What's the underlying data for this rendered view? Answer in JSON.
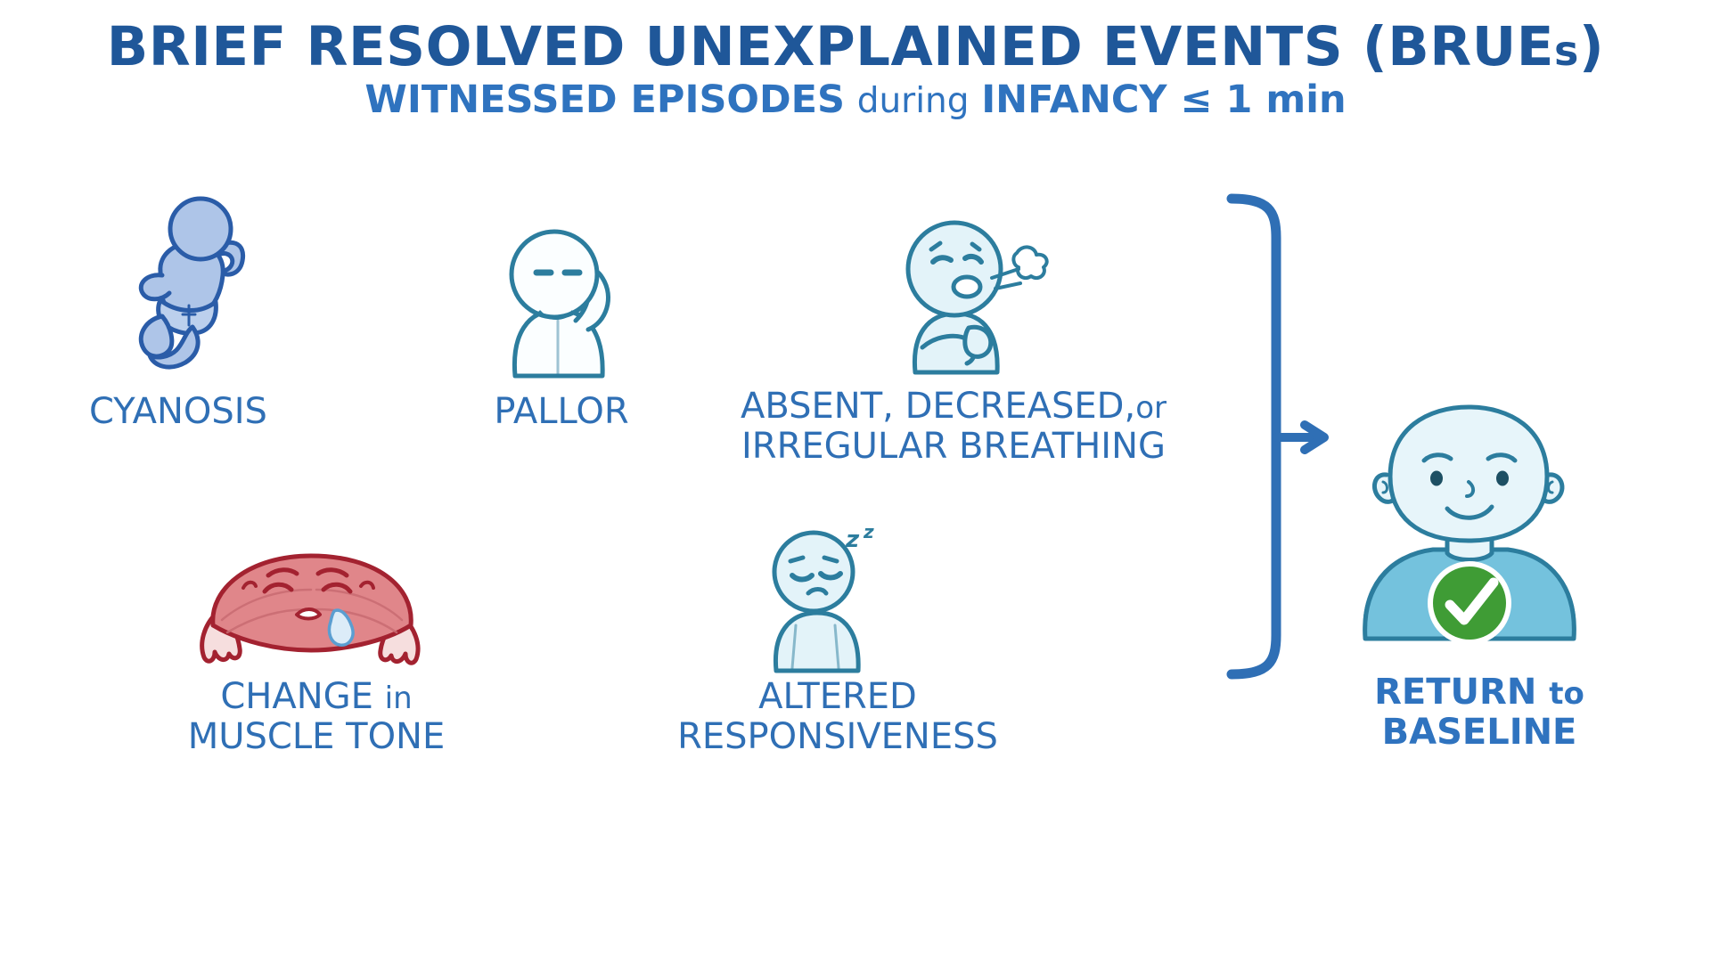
{
  "header": {
    "title_line1_a": "BRIEF RESOLVED UNEXPLAINED EVENTS (BRUE",
    "title_line1_b": "s",
    "title_line1_c": ")",
    "title_full": "BRIEF RESOLVED UNEXPLAINED EVENTS (BRUEs)",
    "subtitle_a": "WITNESSED EPISODES",
    "subtitle_b": "during",
    "subtitle_c": "INFANCY ≤ 1 min",
    "subtitle_full": "WITNESSED EPISODES during INFANCY ≤ 1 min"
  },
  "symptoms": [
    {
      "id": "cyanosis",
      "label": "CYANOSIS",
      "icon": "cyanotic-infant-icon",
      "body_color": "#aec5e8",
      "outline_color": "#2a5ca8"
    },
    {
      "id": "pallor",
      "label": "PALLOR",
      "icon": "pale-figure-icon",
      "body_color": "#f4fbfd",
      "outline_color": "#2c7d9e"
    },
    {
      "id": "breathing",
      "label_line1": "ABSENT, DECREASED,",
      "label_line1_suffix": "or",
      "label_line2": "IRREGULAR BREATHING",
      "label_full": "ABSENT, DECREASED, or IRREGULAR BREATHING",
      "icon": "irregular-breathing-figure-icon",
      "body_color": "#ddf0f7",
      "outline_color": "#2c7d9e"
    },
    {
      "id": "muscle-tone",
      "label_line1_a": "CHANGE",
      "label_line1_b": "in",
      "label_line2": "MUSCLE TONE",
      "label_full": "CHANGE in MUSCLE TONE",
      "icon": "sad-muscle-icon",
      "body_color": "#e0868a",
      "outline_color": "#a32230"
    },
    {
      "id": "responsiveness",
      "label_line1": "ALTERED",
      "label_line2": "RESPONSIVENESS",
      "label_full": "ALTERED RESPONSIVENESS",
      "icon": "sleepy-figure-icon",
      "body_color": "#ddf0f7",
      "outline_color": "#2c7d9e",
      "sleep_marks": "zz"
    }
  ],
  "outcome": {
    "label_line1_a": "RETURN",
    "label_line1_b": "to",
    "label_line2": "BASELINE",
    "label_full": "RETURN to BASELINE",
    "icon": "healthy-baby-icon",
    "badge_icon": "green-check-icon",
    "badge_color": "#3f9c35",
    "shirt_color": "#74c2dd",
    "skin_color": "#e7f5fa"
  },
  "connector": {
    "bracket_icon": "right-brace-icon",
    "arrow_icon": "arrow-right-icon",
    "color": "#2f6fb5"
  },
  "palette": {
    "title_blue": "#1f5799",
    "label_blue": "#2f6fb5",
    "subtitle_blue": "#2f73bf",
    "teal_outline": "#2c7d9e",
    "cyanosis_blue": "#aec5e8",
    "muscle_pink": "#e0868a",
    "muscle_outline": "#a32230",
    "check_green": "#3f9c35",
    "background": "#ffffff"
  }
}
